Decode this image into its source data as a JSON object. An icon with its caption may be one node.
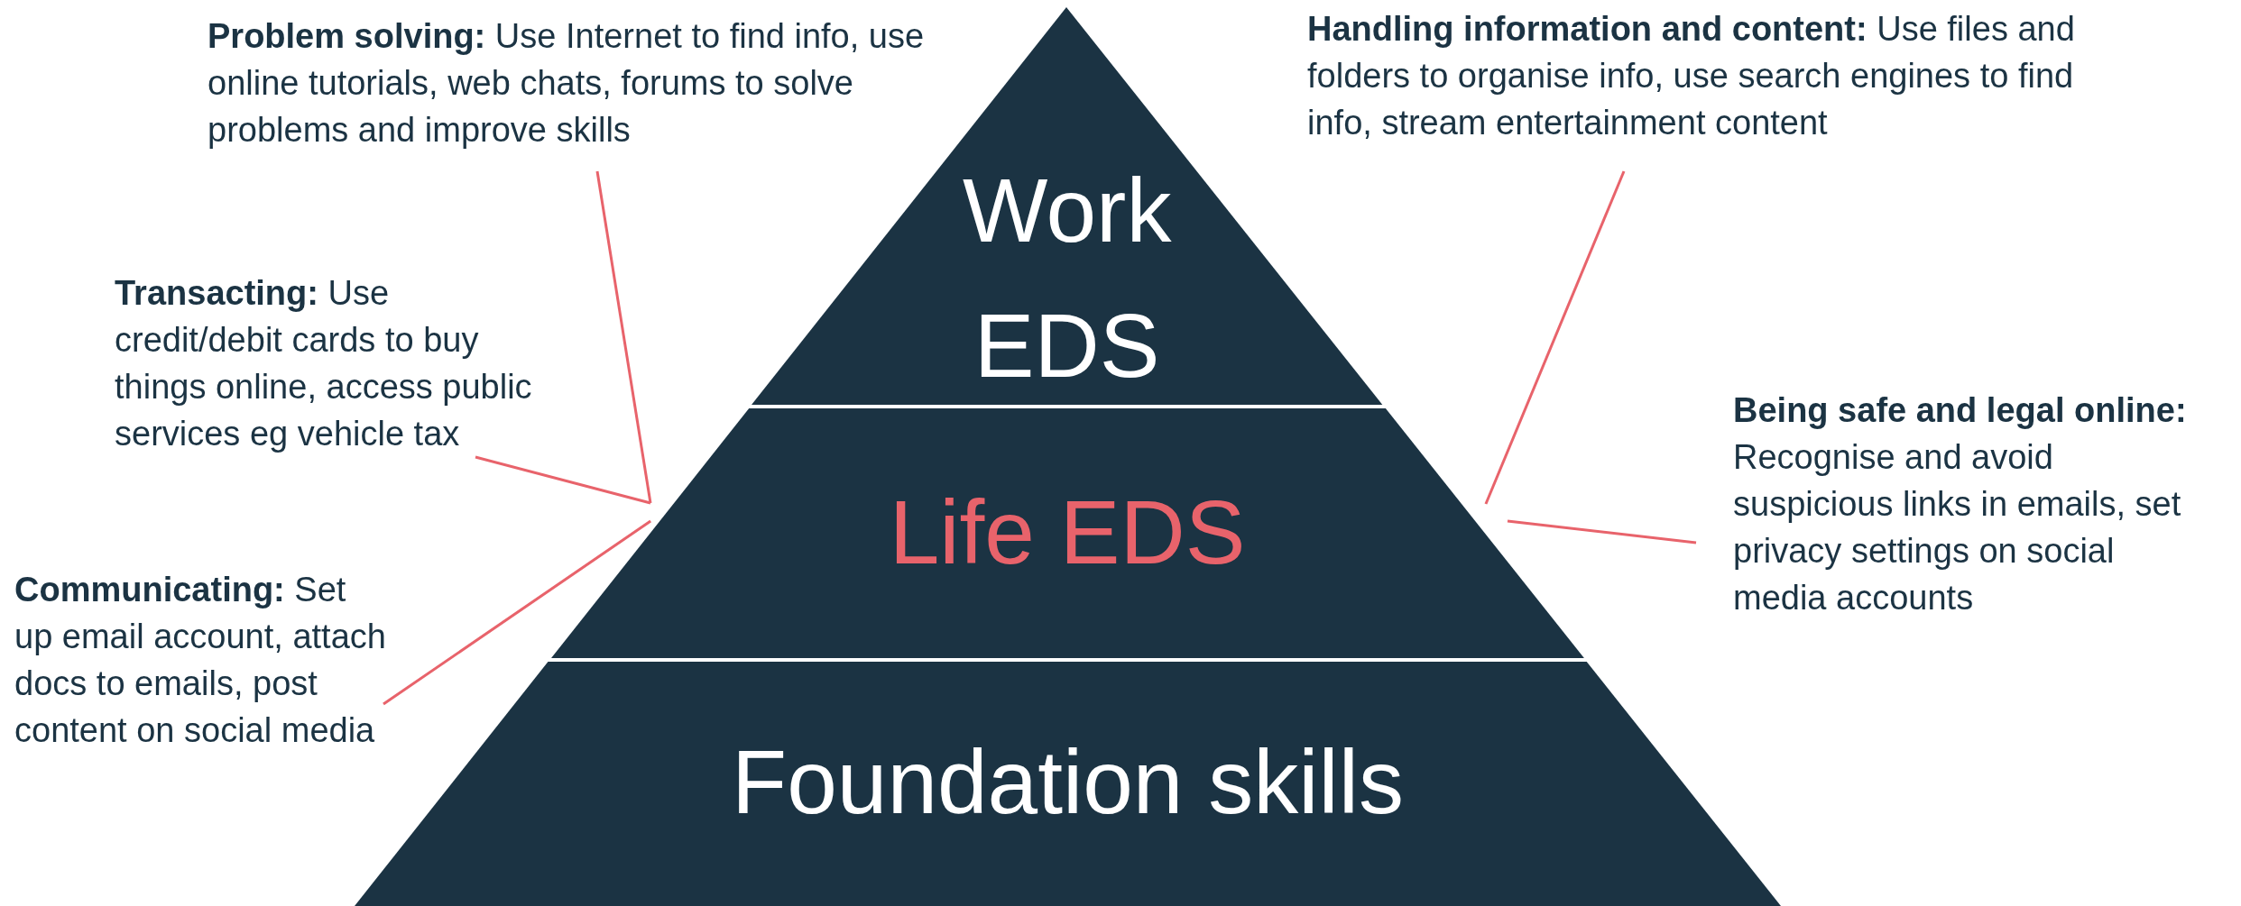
{
  "diagram": {
    "nodes": [
      {
        "text": [
          "Work EDS"
        ]
      },
      {
        "text": [
          "Life EDS"
        ]
      },
      {
        "text": [
          "Foundation skills"
        ]
      },
      {
        "text": [
          "**Problem solving:** Use Internet to find info, use online tutorials, web chats, forums to solve problems and improve skills"
        ]
      },
      {
        "text": [
          "**Transacting:** Use credit/debit cards to buy things online, access public services eg vehicle tax"
        ]
      },
      {
        "text": [
          "**Communicating:** Set up email account, attach docs to emails, post content on social media"
        ]
      },
      {
        "text": [
          "**Handling information and content:** Use files and folders to organise info, use search engines to find info, stream entertainment content"
        ]
      },
      {
        "text": [
          "**Being safe and legal online:** Recognise and avoid suspicious links in emails, set privacy settings on social media accounts"
        ]
      }
    ],
    "edges": [
      {
        "from": 3,
        "to": 1,
        "arrow": "none"
      },
      {
        "from": 4,
        "to": 1,
        "arrow": "none"
      },
      {
        "from": 5,
        "to": 1,
        "arrow": "none"
      },
      {
        "from": 6,
        "to": 1,
        "arrow": "none"
      },
      {
        "from": 7,
        "to": 1,
        "arrow": "none"
      }
    ]
  }
}
